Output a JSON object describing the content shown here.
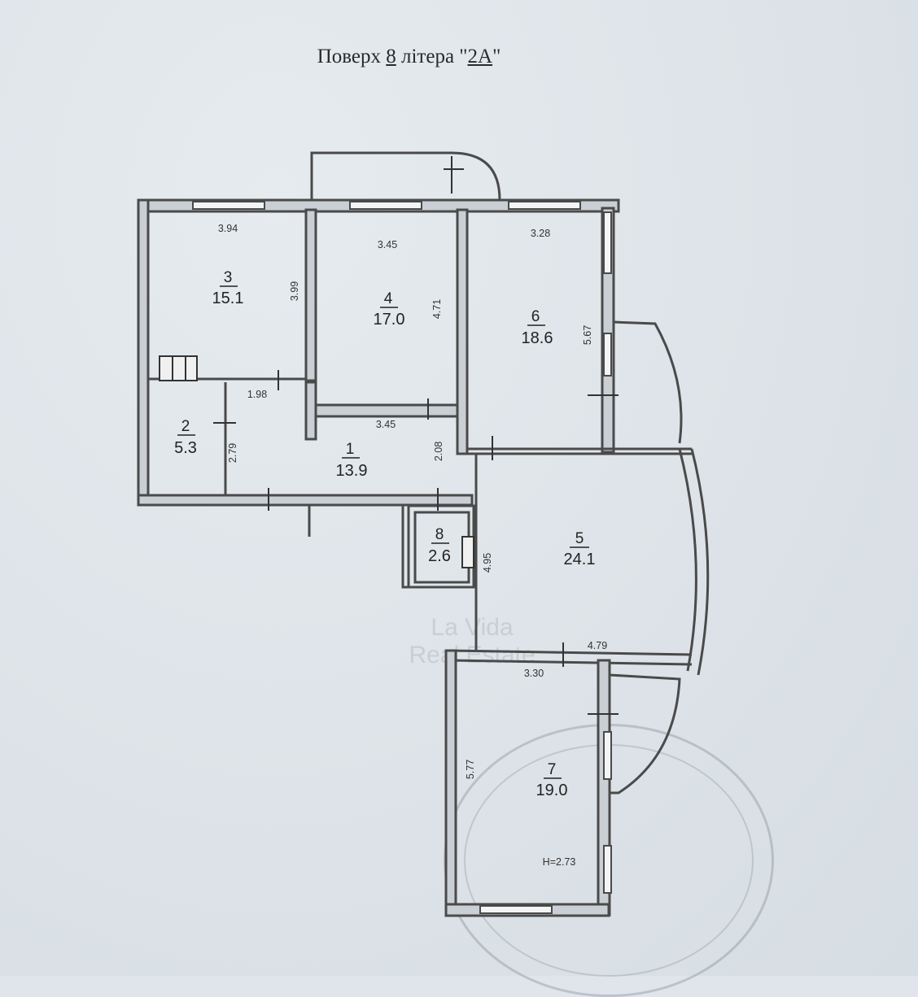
{
  "header": {
    "prefix": "Поверх",
    "floor": "8",
    "middle": "літера \"",
    "letter": "2А",
    "suffix": "\""
  },
  "rooms": [
    {
      "number": "1",
      "area": "13.9"
    },
    {
      "number": "2",
      "area": "5.3"
    },
    {
      "number": "3",
      "area": "15.1"
    },
    {
      "number": "4",
      "area": "17.0"
    },
    {
      "number": "5",
      "area": "24.1"
    },
    {
      "number": "6",
      "area": "18.6"
    },
    {
      "number": "7",
      "area": "19.0"
    },
    {
      "number": "8",
      "area": "2.6"
    }
  ],
  "dimensions": {
    "room3_width": "3.94",
    "room3_height": "3.99",
    "room4_width": "3.45",
    "room4_height": "4.71",
    "room6_width": "3.28",
    "room6_height": "5.67",
    "corridor_width": "1.98",
    "room2_height": "2.79",
    "room1_width": "3.45",
    "room1_height": "2.08",
    "room5_height": "4.95",
    "room5_width": "4.79",
    "room7_width": "3.30",
    "room7_height": "5.77"
  },
  "ceiling_height": "H=2.73",
  "watermark": [
    "La Vida",
    "Real Estate"
  ],
  "colors": {
    "paper": "#dfe5ea",
    "wall": "#4a4a4a",
    "ink": "#222222"
  }
}
